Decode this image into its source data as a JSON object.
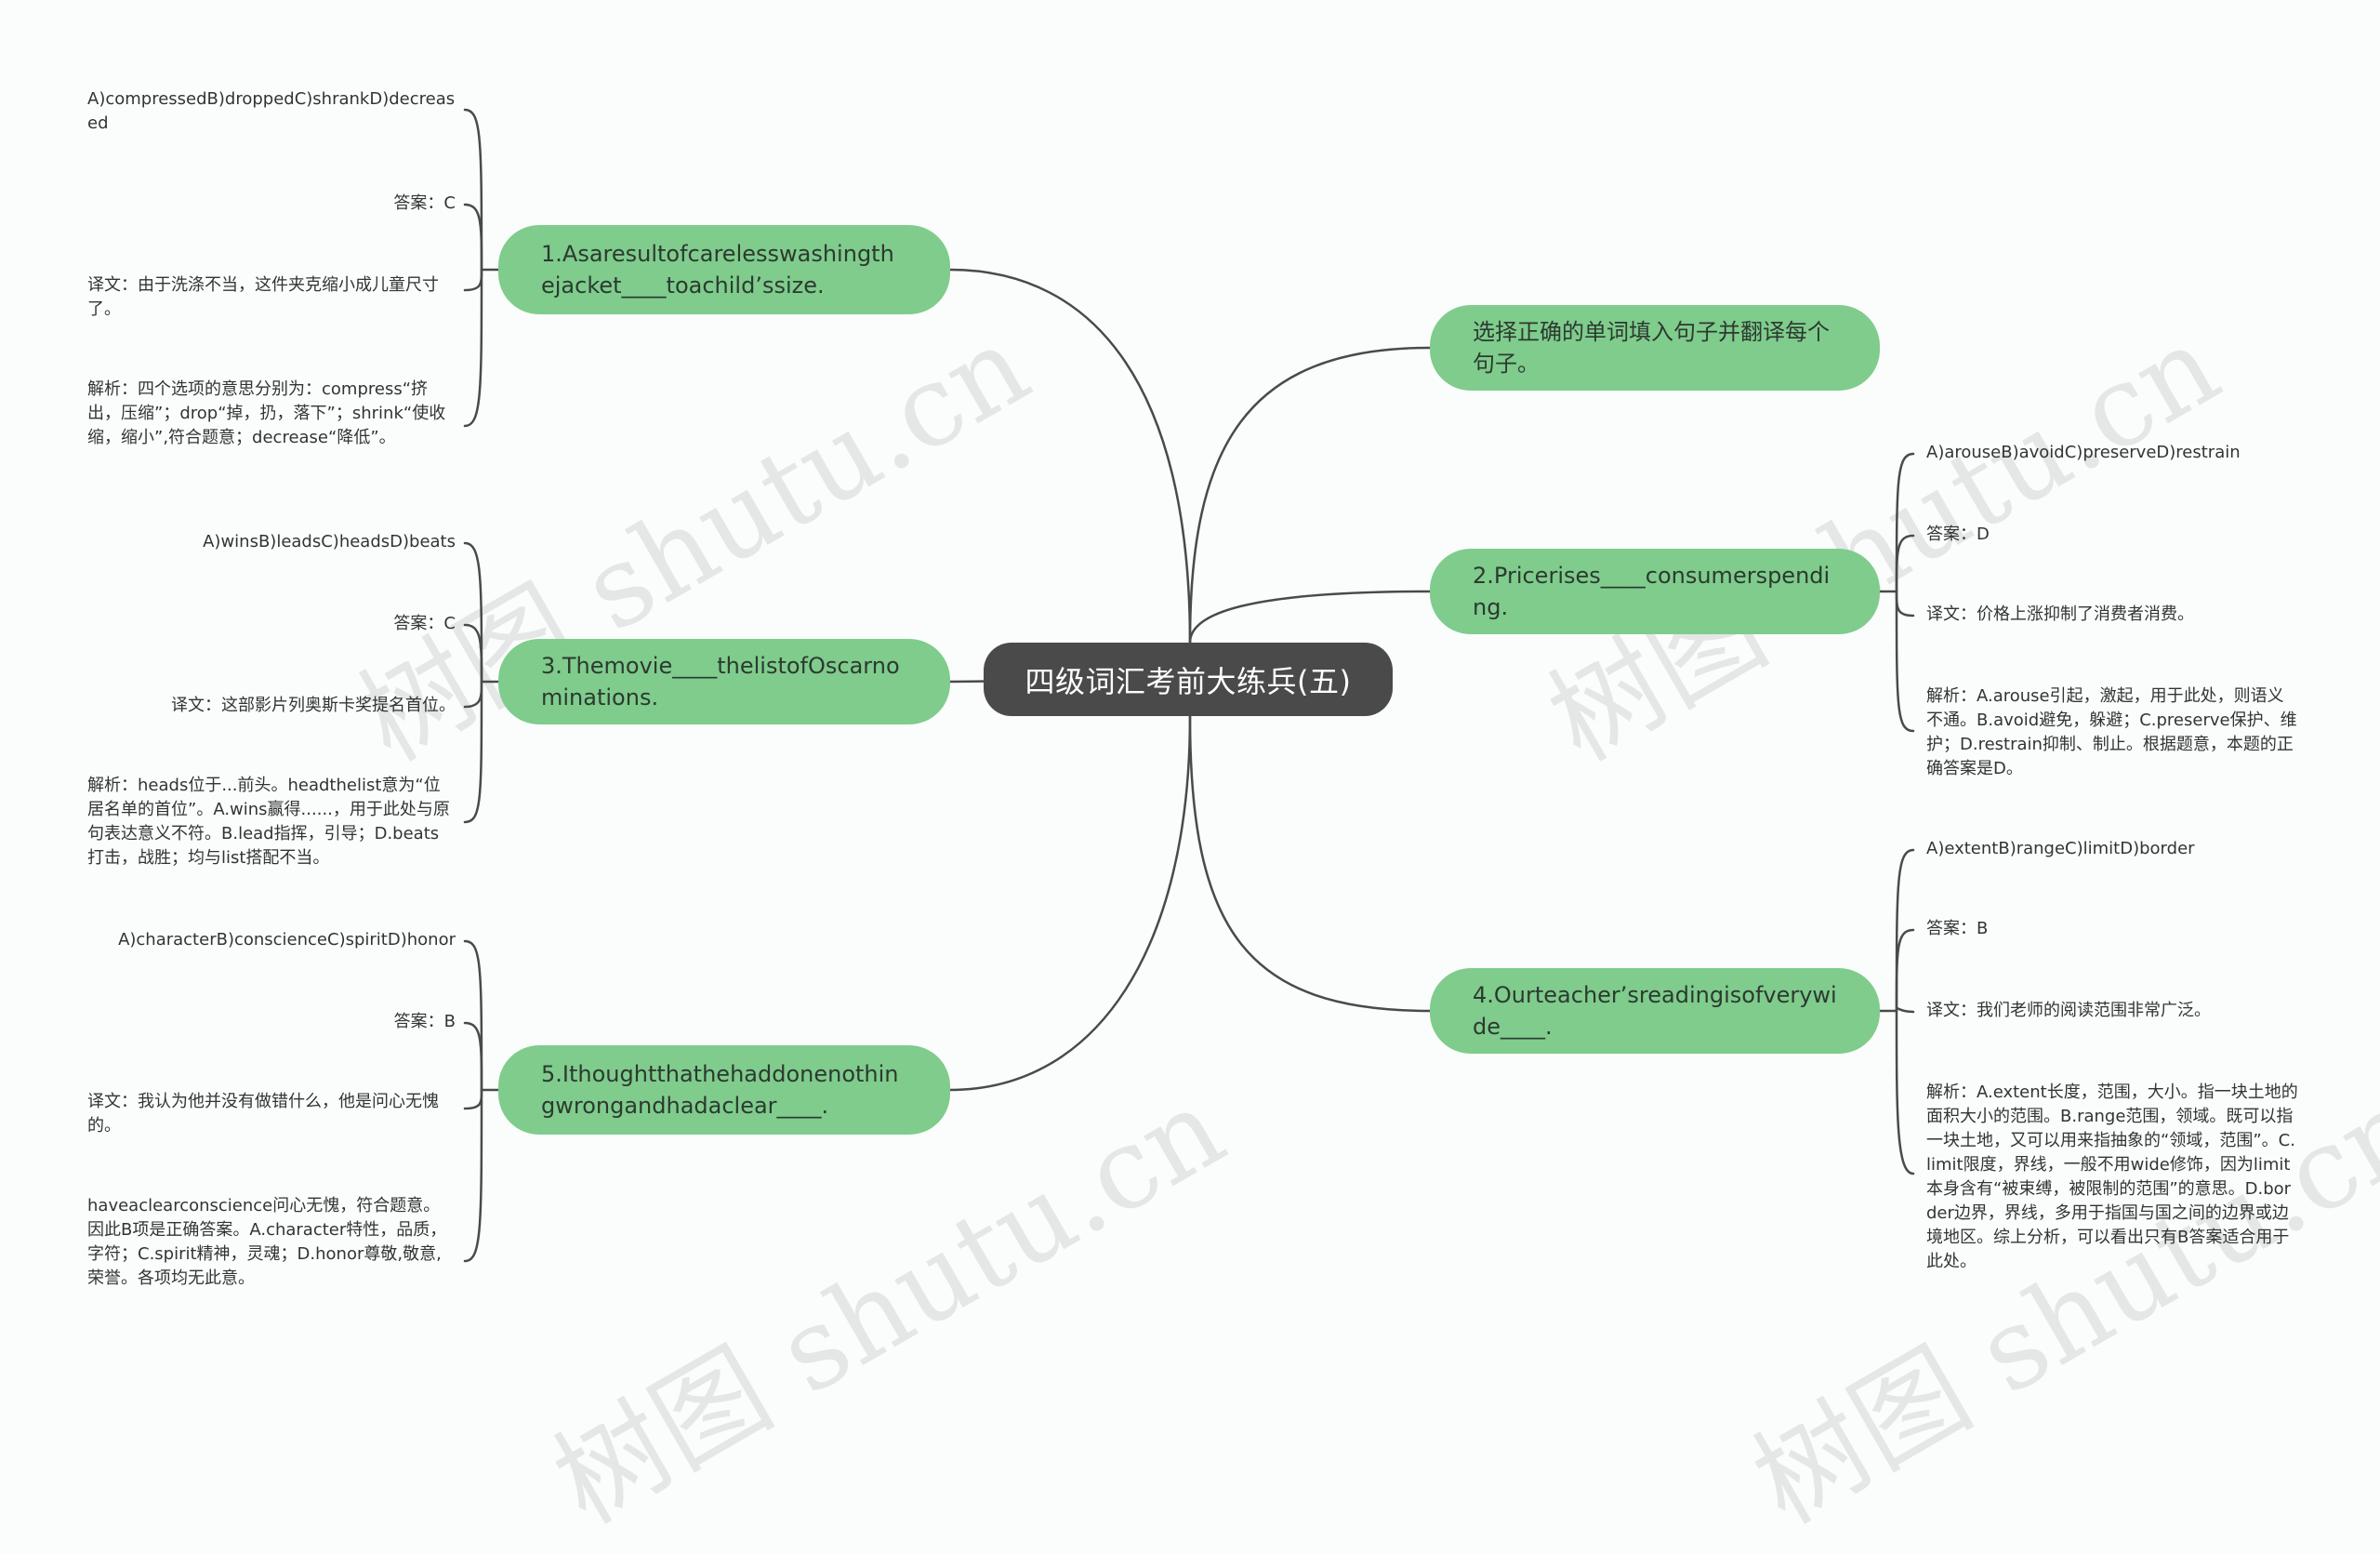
{
  "root": {
    "label": "四级词汇考前大练兵(五)"
  },
  "watermark": "树图 shutu.cn",
  "colors": {
    "root": "#4a4a4a",
    "topic": "#7fcc8c",
    "line": "#4a4a4a",
    "background": "#fbfdfd"
  },
  "branches": {
    "q1": {
      "topic": "1.Asaresultofcarelesswashingthejacket____toachild’ssize.",
      "options": "A)compressedB)droppedC)shrankD)decreased",
      "answer": "答案：C",
      "translation": "译文：由于洗涤不当，这件夹克缩小成儿童尺寸了。",
      "analysis": "解析：四个选项的意思分别为：compress“挤出，压缩”；drop“掉，扔，落下”；shrink“使收缩，缩小”,符合题意；decrease“降低”。"
    },
    "q3": {
      "topic": "3.Themovie____thelistofOscarnominations.",
      "options": "A)winsB)leadsC)headsD)beats",
      "answer": "答案：C",
      "translation": "译文：这部影片列奥斯卡奖提名首位。",
      "analysis": "解析：heads位于...前头。headthelist意为“位居名单的首位”。A.wins赢得......，用于此处与原句表达意义不符。B.lead指挥，引导；D.beats打击，战胜；均与list搭配不当。"
    },
    "q5": {
      "topic": "5.Ithoughtthathehaddonenothingwrongandhadaclear____.",
      "options": "A)characterB)conscienceC)spiritD)honor",
      "answer": "答案：B",
      "translation": "译文：我认为他并没有做错什么，他是问心无愧的。",
      "analysis": "haveaclearconscience问心无愧，符合题意。因此B项是正确答案。A.character特性，品质，字符；C.spirit精神，灵魂；D.honor尊敬,敬意,荣誉。各项均无此意。"
    },
    "intro": {
      "topic": "选择正确的单词填入句子并翻译每个句子。"
    },
    "q2": {
      "topic": "2.Pricerises____consumerspending.",
      "options": "A)arouseB)avoidC)preserveD)restrain",
      "answer": "答案：D",
      "translation": "译文：价格上涨抑制了消费者消费。",
      "analysis": "解析：A.arouse引起，激起，用于此处，则语义不通。B.avoid避免，躲避；C.preserve保护、维护；D.restrain抑制、制止。根据题意，本题的正确答案是D。"
    },
    "q4": {
      "topic": "4.Ourteacher’sreadingisofverywide____.",
      "options": "A)extentB)rangeC)limitD)border",
      "answer": "答案：B",
      "translation": "译文：我们老师的阅读范围非常广泛。",
      "analysis": "解析：A.extent长度，范围，大小。指一块土地的面积大小的范围。B.range范围，领域。既可以指一块土地，又可以用来指抽象的“领域，范围”。C.limit限度，界线，一般不用wide修饰，因为limit本身含有“被束缚，被限制的范围”的意思。D.border边界，界线，多用于指国与国之间的边界或边境地区。综上分析，可以看出只有B答案适合用于此处。"
    }
  }
}
